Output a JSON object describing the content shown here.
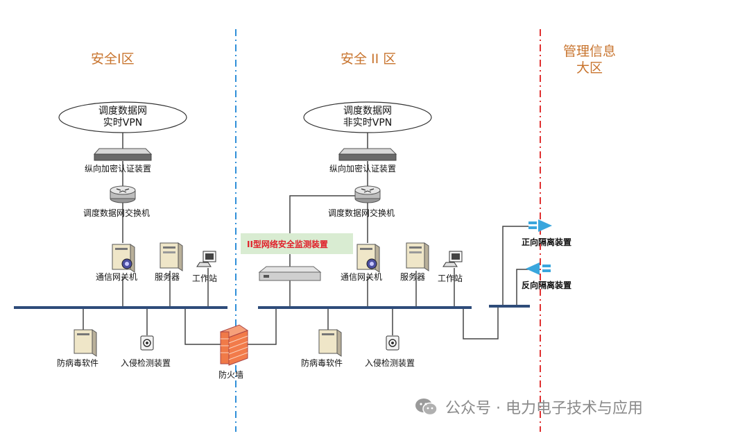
{
  "zones": {
    "zone1": "安全I区",
    "zone2": "安全 II 区",
    "zone3_line1": "管理信息",
    "zone3_line2": "大区"
  },
  "zone1": {
    "cloud_line1": "调度数据网",
    "cloud_line2": "实时VPN",
    "encryption_device": "纵向加密认证装置",
    "switch": "调度数据网交换机",
    "gateway": "通信网关机",
    "server": "服务器",
    "workstation": "工作站",
    "antivirus": "防病毒软件",
    "intrusion": "入侵检测装置"
  },
  "zone2": {
    "cloud_line1": "调度数据网",
    "cloud_line2": "非实时VPN",
    "encryption_device": "纵向加密认证装置",
    "switch": "调度数据网交换机",
    "gateway": "通信网关机",
    "server": "服务器",
    "workstation": "工作站",
    "antivirus": "防病毒软件",
    "intrusion": "入侵检测装置"
  },
  "firewall": "防火墙",
  "ids_monitor": "II型网络安全监测装置",
  "forward_isolation": "正向隔离装置",
  "reverse_isolation": "反向隔离装置",
  "watermark": "公众号 · 电力电子技术与应用",
  "colors": {
    "zone_label": "#c8742e",
    "bus": "#2e4c7a",
    "blue_divider": "#2f8fd8",
    "red_divider": "#e03030",
    "firewall": "#f07a48",
    "isolation_arrow": "#3aa6dd"
  }
}
